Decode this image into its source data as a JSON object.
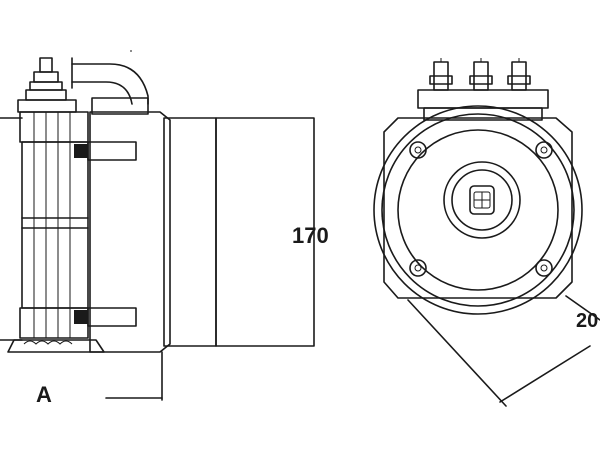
{
  "dimensions": {
    "height_label": "170",
    "diagonal_label": "20",
    "side_label": "A"
  },
  "colors": {
    "line": "#1a1a1a",
    "background": "#ffffff"
  }
}
